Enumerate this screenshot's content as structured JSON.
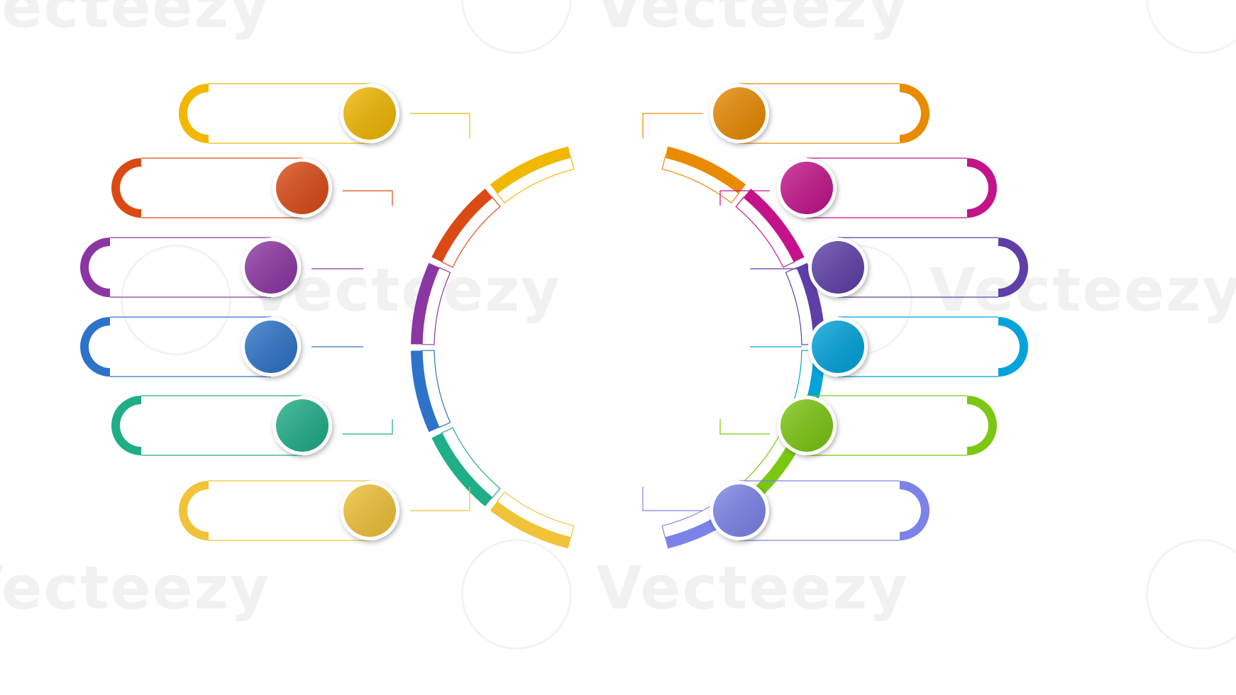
{
  "watermark": {
    "text": "Vecteezy"
  },
  "arc_colors": {
    "left": [
      "#F1B800",
      "#DB4A14",
      "#8C36A3",
      "#2D73C9",
      "#1FAE87",
      "#F1C338"
    ],
    "right": [
      "#E98A00",
      "#C4138A",
      "#5E3FA8",
      "#00A3DB",
      "#7CC711",
      "#7B83E8"
    ]
  },
  "items": [
    {
      "id": "left-1",
      "side": "left",
      "color": "#F1B800"
    },
    {
      "id": "left-2",
      "side": "left",
      "color": "#DB4A14"
    },
    {
      "id": "left-3",
      "side": "left",
      "color": "#8C36A3"
    },
    {
      "id": "left-4",
      "side": "left",
      "color": "#2D73C9"
    },
    {
      "id": "left-5",
      "side": "left",
      "color": "#1FAE87"
    },
    {
      "id": "left-6",
      "side": "left",
      "color": "#F1C338"
    },
    {
      "id": "right-1",
      "side": "right",
      "color": "#E98A00"
    },
    {
      "id": "right-2",
      "side": "right",
      "color": "#C4138A"
    },
    {
      "id": "right-3",
      "side": "right",
      "color": "#5E3FA8"
    },
    {
      "id": "right-4",
      "side": "right",
      "color": "#00A3DB"
    },
    {
      "id": "right-5",
      "side": "right",
      "color": "#7CC711"
    },
    {
      "id": "right-6",
      "side": "right",
      "color": "#7B83E8"
    }
  ]
}
